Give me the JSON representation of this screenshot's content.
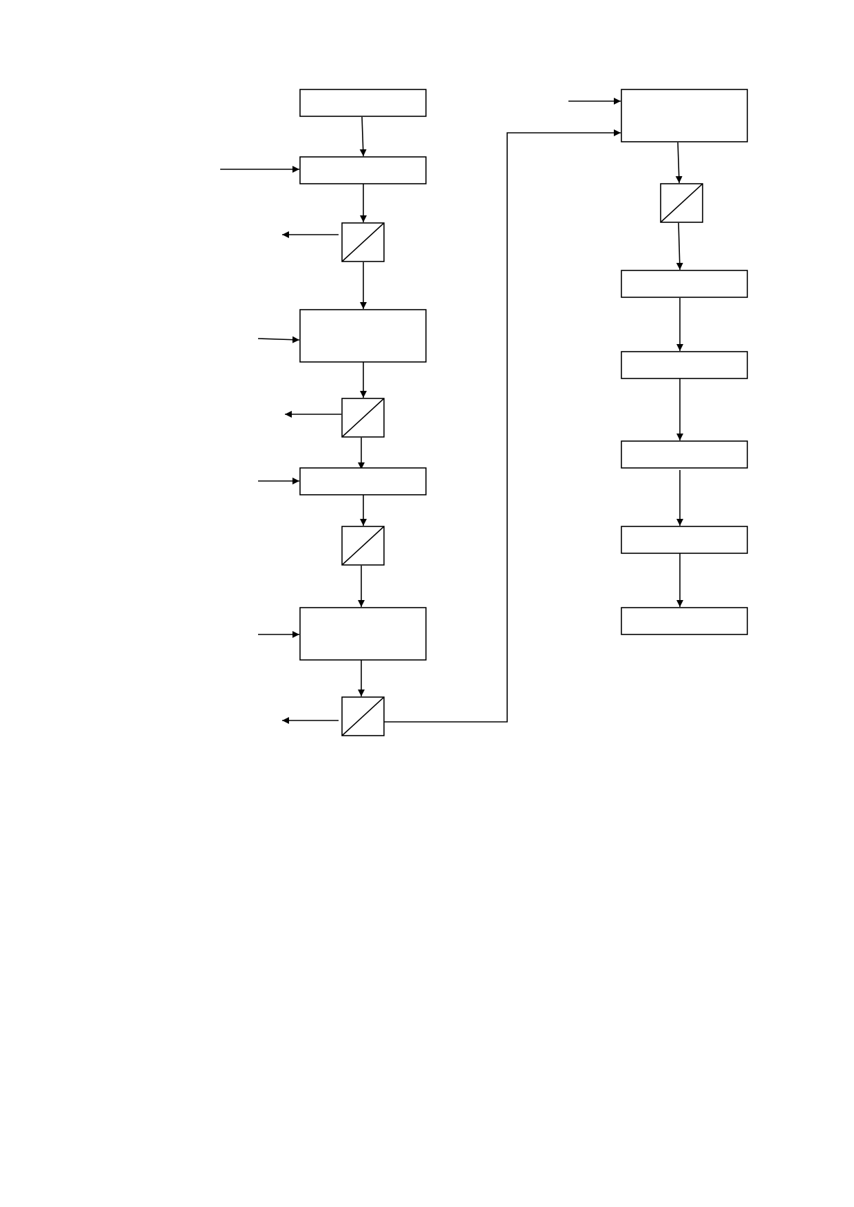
{
  "diagram": {
    "kind": "process-flowchart",
    "labels": "none",
    "colors": {
      "stroke": "#000000",
      "background": "#ffffff"
    },
    "left_column": {
      "steps": [
        "box",
        "box",
        "separator-box",
        "box",
        "separator-box",
        "box",
        "separator-box",
        "box",
        "separator-box"
      ]
    },
    "right_column": {
      "steps": [
        "box",
        "separator-box",
        "box",
        "box",
        "box",
        "box",
        "box"
      ]
    },
    "separator_icon": "diagonal-slash-square"
  }
}
